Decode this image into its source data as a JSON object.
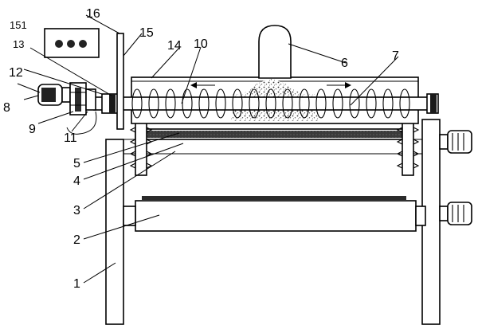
{
  "labels": {
    "l1": "1",
    "l2": "2",
    "l3": "3",
    "l4": "4",
    "l5": "5",
    "l6": "6",
    "l7": "7",
    "l8": "8",
    "l9": "9",
    "l10": "10",
    "l11": "11",
    "l12": "12",
    "l13": "13",
    "l14": "14",
    "l15": "15",
    "l16": "16",
    "l151": "151"
  },
  "icons": {
    "direction_arrows": "double-arrow",
    "motor": "motor-icon"
  }
}
